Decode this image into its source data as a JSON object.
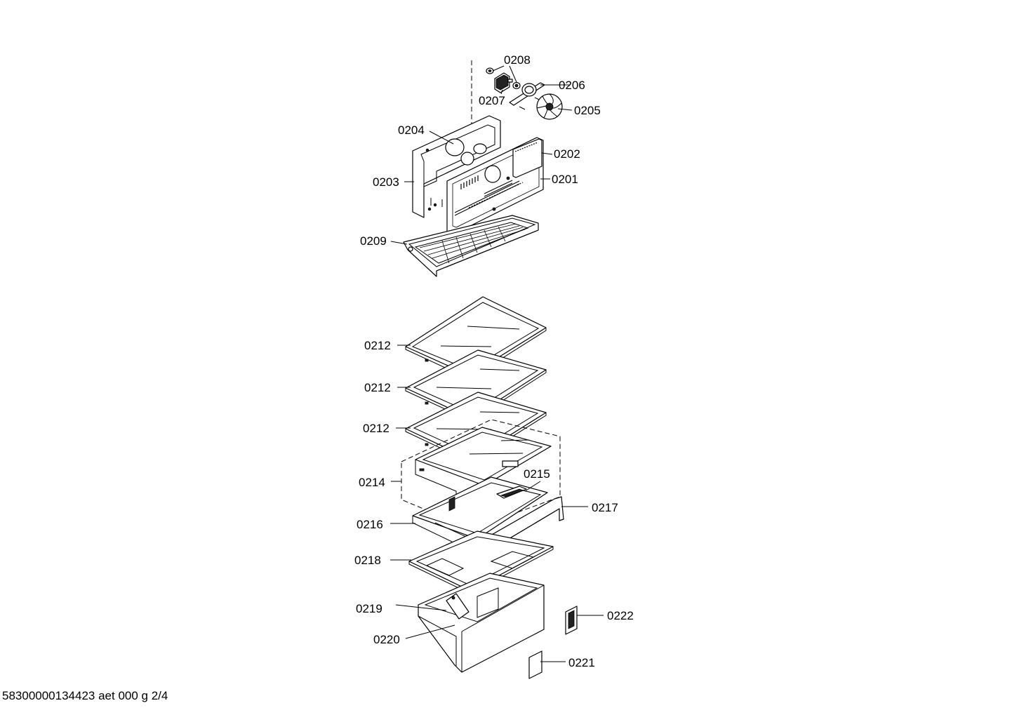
{
  "callouts": [
    {
      "id": "0208",
      "text": "0208"
    },
    {
      "id": "0206",
      "text": "0206"
    },
    {
      "id": "0207",
      "text": "0207"
    },
    {
      "id": "0205",
      "text": "0205"
    },
    {
      "id": "0204",
      "text": "0204"
    },
    {
      "id": "0202",
      "text": "0202"
    },
    {
      "id": "0201",
      "text": "0201"
    },
    {
      "id": "0203",
      "text": "0203"
    },
    {
      "id": "0209",
      "text": "0209"
    },
    {
      "id": "0212a",
      "text": "0212"
    },
    {
      "id": "0212b",
      "text": "0212"
    },
    {
      "id": "0212c",
      "text": "0212"
    },
    {
      "id": "0215",
      "text": "0215"
    },
    {
      "id": "0214",
      "text": "0214"
    },
    {
      "id": "0217",
      "text": "0217"
    },
    {
      "id": "0216",
      "text": "0216"
    },
    {
      "id": "0218",
      "text": "0218"
    },
    {
      "id": "0219",
      "text": "0219"
    },
    {
      "id": "0222",
      "text": "0222"
    },
    {
      "id": "0220",
      "text": "0220"
    },
    {
      "id": "0221",
      "text": "0221"
    }
  ],
  "footer": {
    "text": "58300000134423 aet 000 g 2/4"
  }
}
